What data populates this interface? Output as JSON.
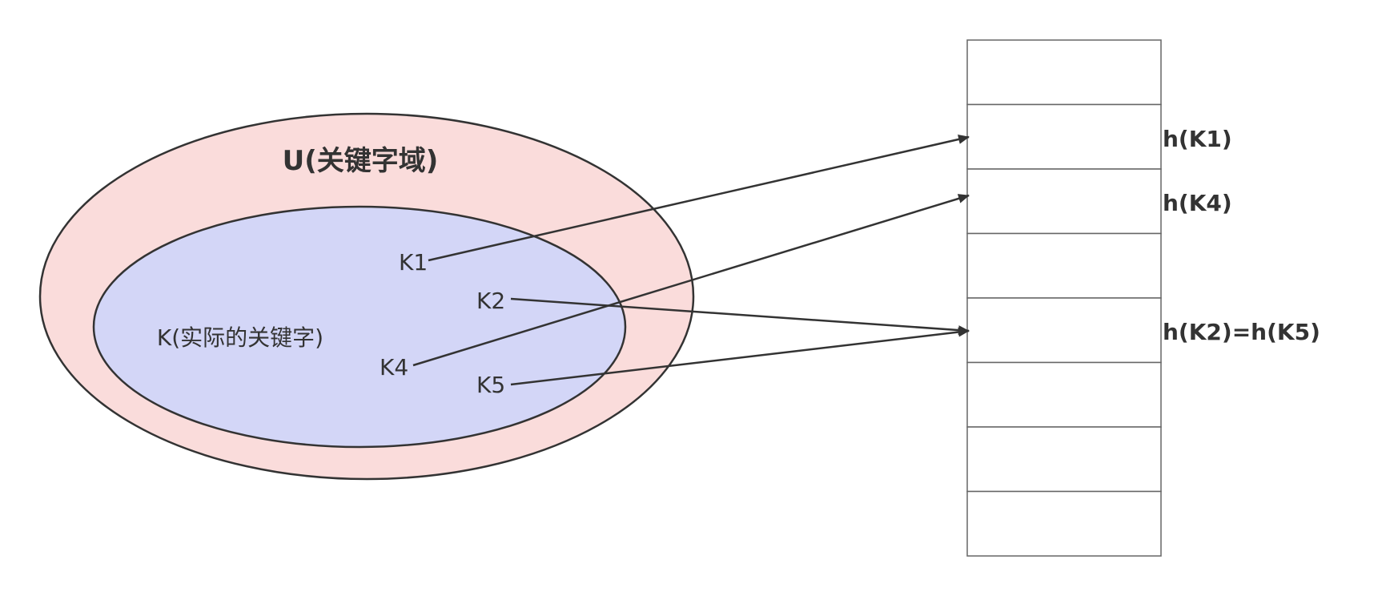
{
  "universe": {
    "title": "U(关键字域)",
    "fill": "#fadcdb",
    "stroke": "#333333"
  },
  "actual_keys": {
    "title": "K(实际的关键字)",
    "fill": "#d3d6f7",
    "stroke": "#333333"
  },
  "keys": [
    {
      "label": "K1",
      "slot": 1
    },
    {
      "label": "K2",
      "slot": 4
    },
    {
      "label": "K4",
      "slot": 2
    },
    {
      "label": "K5",
      "slot": 4
    }
  ],
  "hash_table": {
    "slot_count": 8,
    "stroke": "#666666",
    "fill": "#ffffff",
    "slot_labels": [
      {
        "slot": 1,
        "text": "h(K1)"
      },
      {
        "slot": 2,
        "text": "h(K4)"
      },
      {
        "slot": 4,
        "text": "h(K2)=h(K5)"
      }
    ]
  },
  "arrow_color": "#333333"
}
